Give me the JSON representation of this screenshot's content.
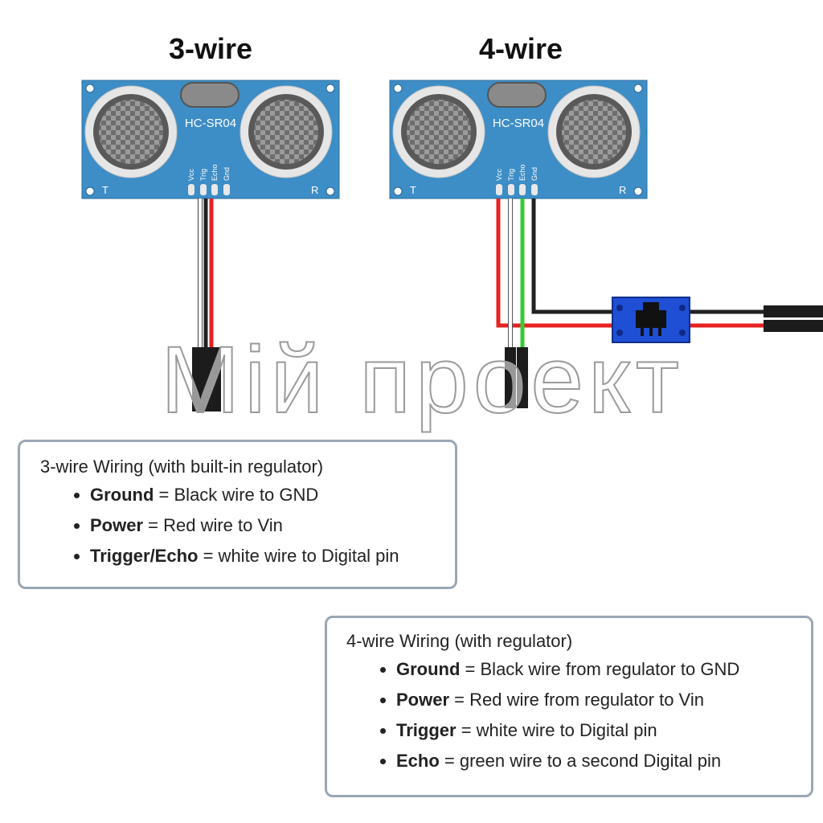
{
  "headings": {
    "three_wire": "3-wire",
    "four_wire": "4-wire"
  },
  "sensor": {
    "model": "HC-SR04",
    "pins": [
      "Vcc",
      "Trig",
      "Echo",
      "Gnd"
    ],
    "transmitter_mark": "T",
    "receiver_mark": "R"
  },
  "watermark": "Мій проект",
  "colors": {
    "pcb": "#3d8dc6",
    "wire_red": "#e52222",
    "wire_black": "#222222",
    "wire_white": "#ffffff",
    "wire_green": "#33cc33",
    "regulator_board": "#1e4fd4",
    "box_border": "#9aa7b4"
  },
  "box_3wire": {
    "title": "3-wire Wiring (with built-in regulator)",
    "items": [
      {
        "term": "Ground",
        "desc": " = Black wire to GND"
      },
      {
        "term": "Power",
        "desc": " = Red wire to Vin"
      },
      {
        "term": "Trigger/Echo",
        "desc": " = white wire to Digital pin"
      }
    ]
  },
  "box_4wire": {
    "title": "4-wire Wiring (with regulator)",
    "items": [
      {
        "term": "Ground",
        "desc": " = Black wire from regulator to GND"
      },
      {
        "term": "Power",
        "desc": " = Red wire from regulator to Vin"
      },
      {
        "term": "Trigger",
        "desc": " = white wire to Digital pin"
      },
      {
        "term": "Echo",
        "desc": " = green wire to a second Digital pin"
      }
    ]
  }
}
